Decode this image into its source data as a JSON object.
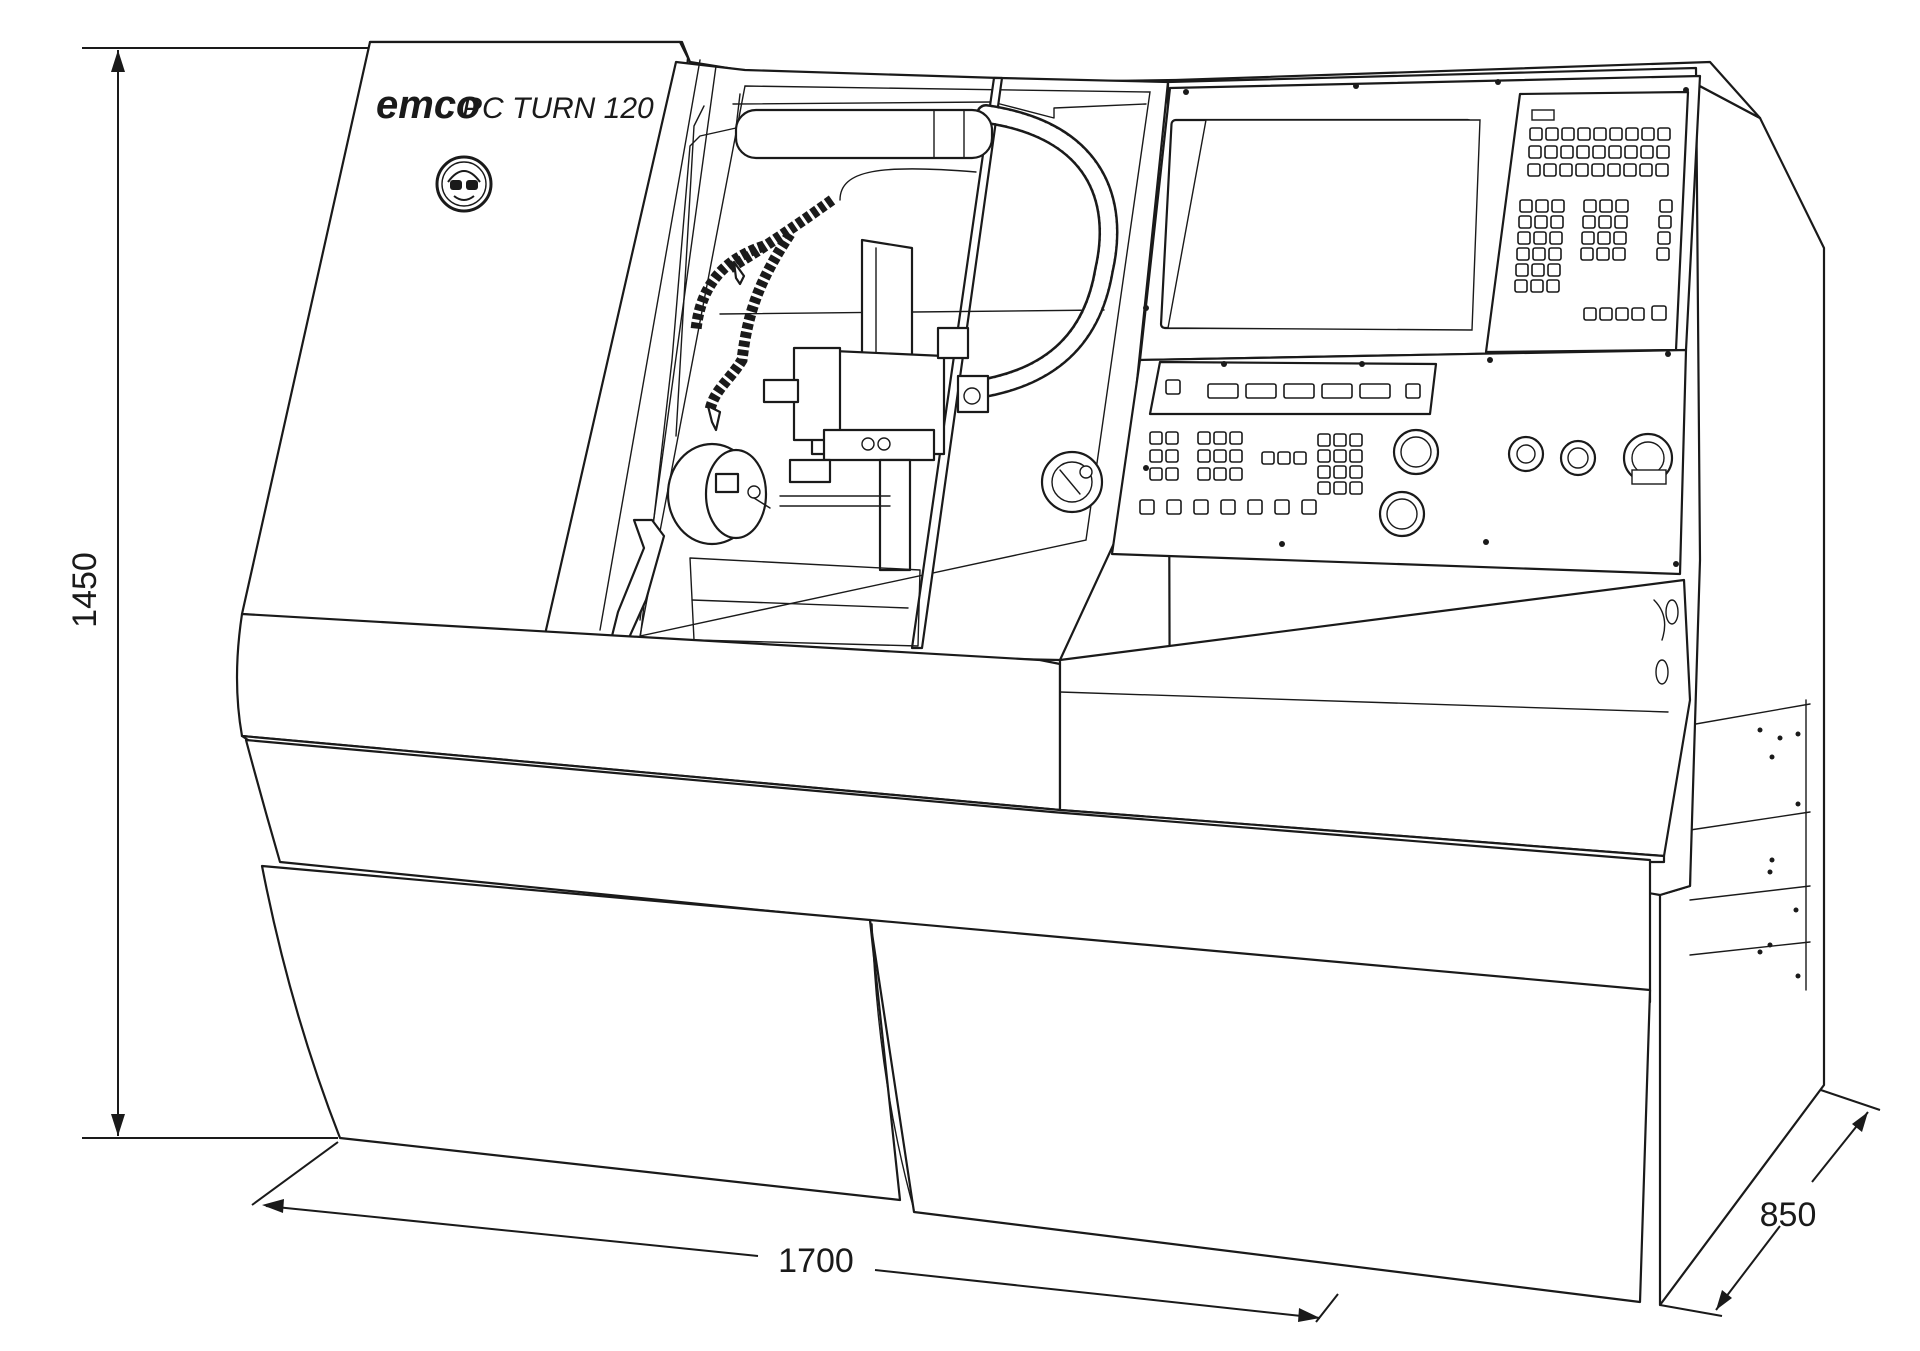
{
  "machine": {
    "brand": "emco",
    "model": "PC TURN 120"
  },
  "dimensions": {
    "height": "1450",
    "width": "1700",
    "depth": "850"
  },
  "icons": {
    "safety_sign": "safety-goggles-icon"
  },
  "colors": {
    "line": "#1a1a1a",
    "background": "#ffffff"
  }
}
